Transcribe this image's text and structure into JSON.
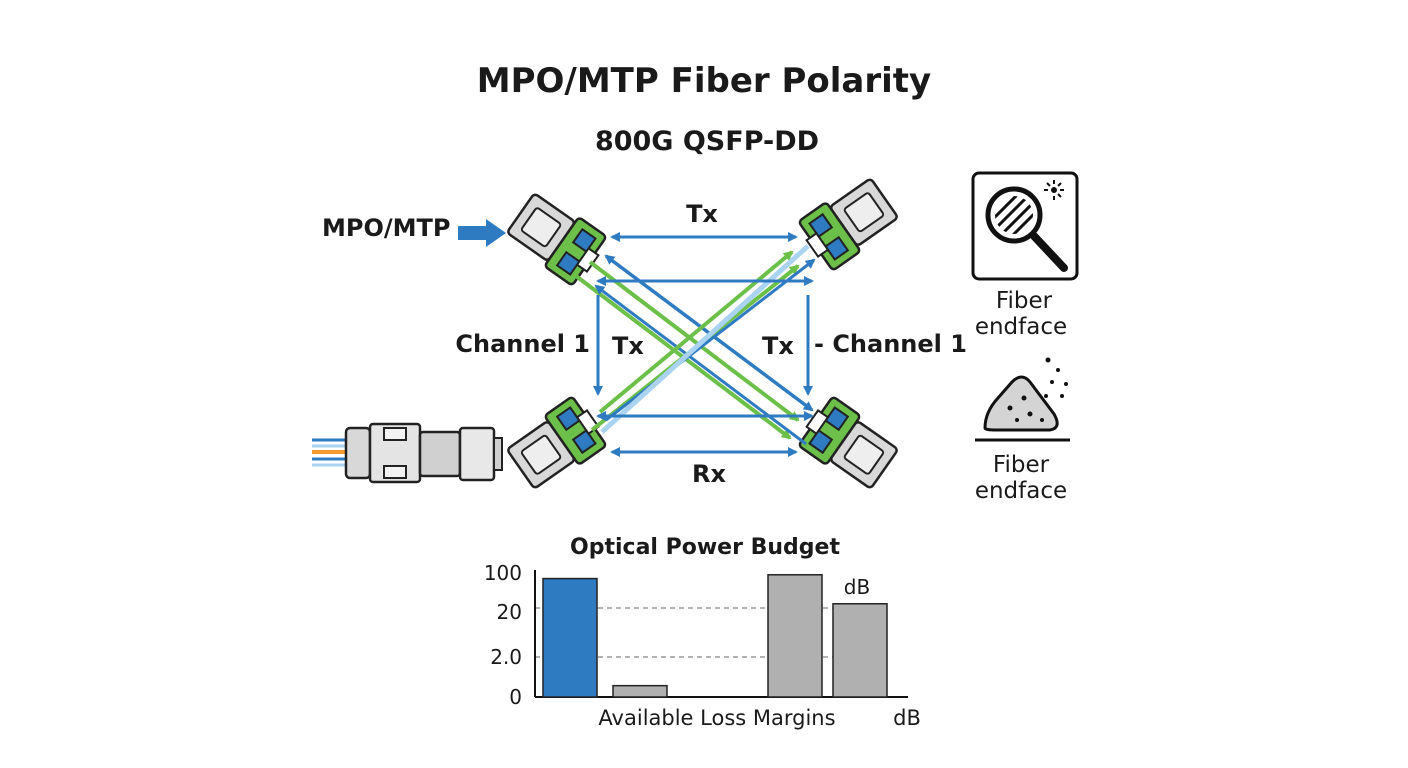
{
  "title": "MPO/MTP Fiber Polarity",
  "subtitle": "800G QSFP-DD",
  "diagram": {
    "input_label": "MPO/MTP",
    "top_link_label": "Tx",
    "bottom_link_label": "Rx",
    "left_channel_label": "Channel 1",
    "right_channel_label": "- Channel 1",
    "left_tx_label": "Tx",
    "right_tx_label": "Tx",
    "colors": {
      "blue": "#2f7bc2",
      "green": "#6cc04a",
      "light_blue": "#a9d3f0",
      "connector_gray": "#d6d6d6"
    }
  },
  "side_panel": {
    "inspect_label_line1": "Fiber",
    "inspect_label_line2": "endface",
    "contam_label_line1": "Fiber",
    "contam_label_line2": "endface",
    "icons": [
      "magnifier-icon",
      "dust-pile-icon"
    ]
  },
  "chart_data": {
    "type": "bar",
    "title": "Optical Power Budget",
    "xlabel": "Available Loss Margins",
    "unit_labels": [
      "dB",
      "dB"
    ],
    "yticks": [
      "100",
      "20",
      "2.0",
      "0"
    ],
    "bars": [
      {
        "level": 0.94,
        "color": "#2f7bc2"
      },
      {
        "level": 0.09,
        "color": "#b0b0b0"
      },
      {
        "level": 0.97,
        "color": "#b0b0b0"
      },
      {
        "level": 0.74,
        "color": "#b0b0b0"
      }
    ]
  }
}
